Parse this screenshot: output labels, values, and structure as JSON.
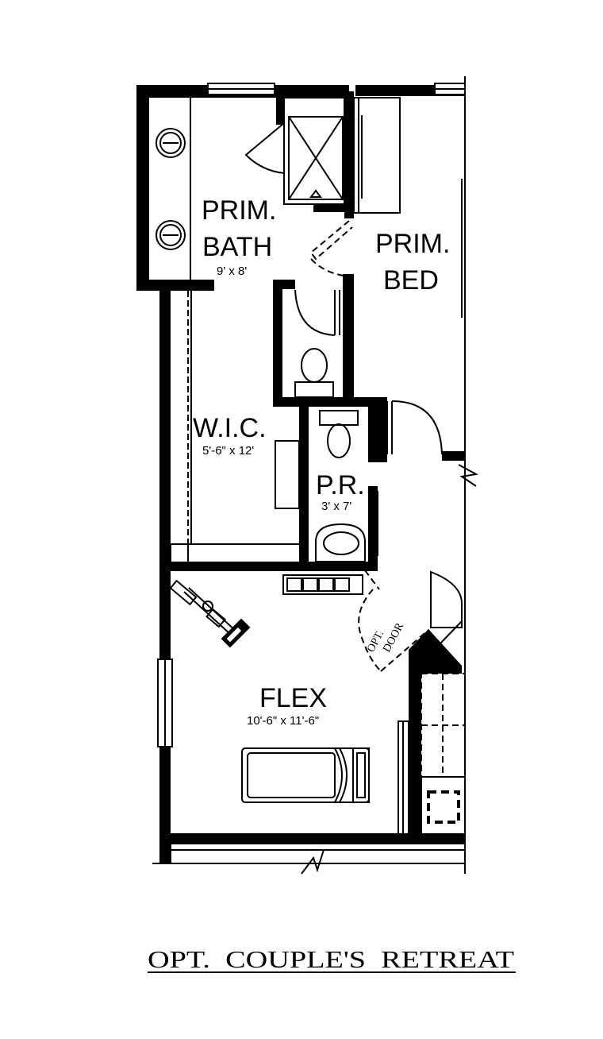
{
  "colors": {
    "ink": "#000000",
    "paper": "#ffffff"
  },
  "rooms": {
    "prim_bath": {
      "line1": "PRIM.",
      "line2": "BATH",
      "dims": "9' x 8'"
    },
    "prim_bed": {
      "line1": "PRIM.",
      "line2": "BED"
    },
    "wic": {
      "name": "W.I.C.",
      "dims": "5'-6\" x 12'"
    },
    "pr": {
      "name": "P.R.",
      "dims": "3' x 7'"
    },
    "flex": {
      "name": "FLEX",
      "dims": "10'-6\" x 11'-6\""
    }
  },
  "opt_door": {
    "line1": "OPT.",
    "line2": "DOOR"
  },
  "caption": "OPT.  COUPLE'S  RETREAT",
  "icons": [
    "toilet-icon",
    "sink-icon",
    "shower-icon",
    "treadmill-icon",
    "weight-bench-icon",
    "stair-icon"
  ]
}
